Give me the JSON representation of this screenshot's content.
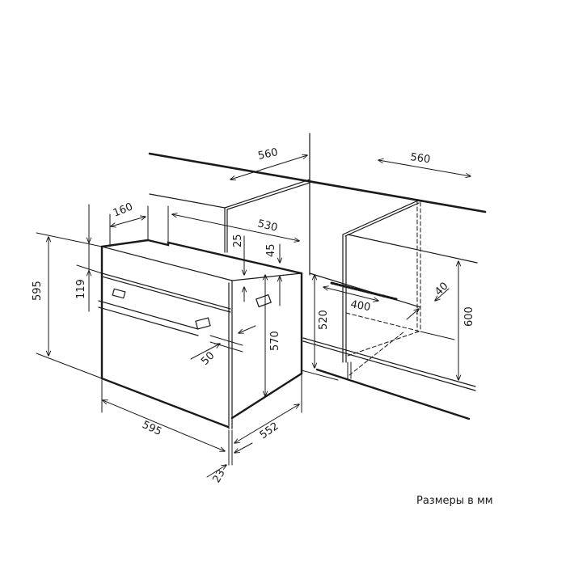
{
  "dimensions": {
    "niche_width_left": "560",
    "niche_width_right": "560",
    "top_notch": "160",
    "top_depth": "530",
    "top_offset": "25",
    "side_offset": "45",
    "panel_height": "119",
    "oven_height": "595",
    "handle_depth": "50",
    "body_height": "570",
    "oven_width": "595",
    "body_depth": "552",
    "front_thickness": "23",
    "niche_height_min": "520",
    "vent_width": "400",
    "vent_depth": "40",
    "niche_height_max": "600"
  },
  "caption": "Размеры в мм",
  "colors": {
    "line": "#1a1a1a",
    "background": "#ffffff"
  }
}
